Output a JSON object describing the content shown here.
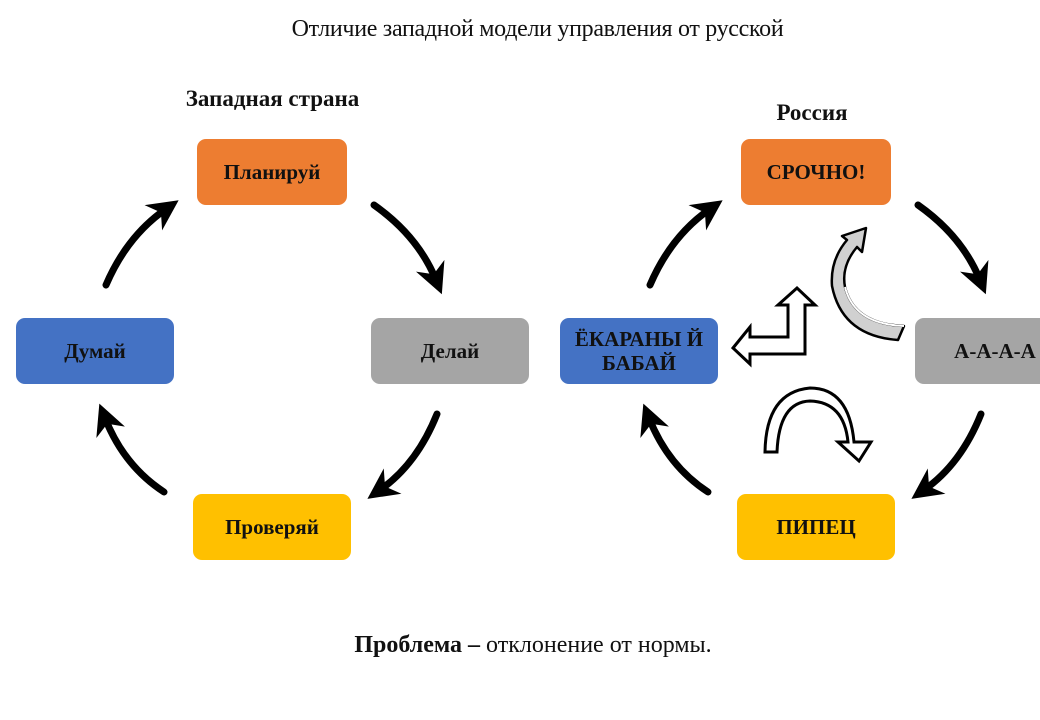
{
  "title": "Отличие западной модели управления от русской",
  "west": {
    "heading": "Западная страна",
    "nodes": {
      "plan": "Планируй",
      "do": "Делай",
      "check": "Проверяй",
      "think": "Думай"
    }
  },
  "russia": {
    "heading": "Россия",
    "nodes": {
      "urgent": "СРОЧНО!",
      "panic": "А-А-А-А",
      "crash": "ПИПЕЦ",
      "curse": "ЁКАРАНЫ Й БАБАЙ"
    }
  },
  "footer": {
    "bold": "Проблема –",
    "rest": " отклонение от нормы."
  },
  "colors": {
    "orange": "#ed7d31",
    "gray": "#a5a5a5",
    "yellow": "#ffc000",
    "blue": "#4472c4"
  }
}
